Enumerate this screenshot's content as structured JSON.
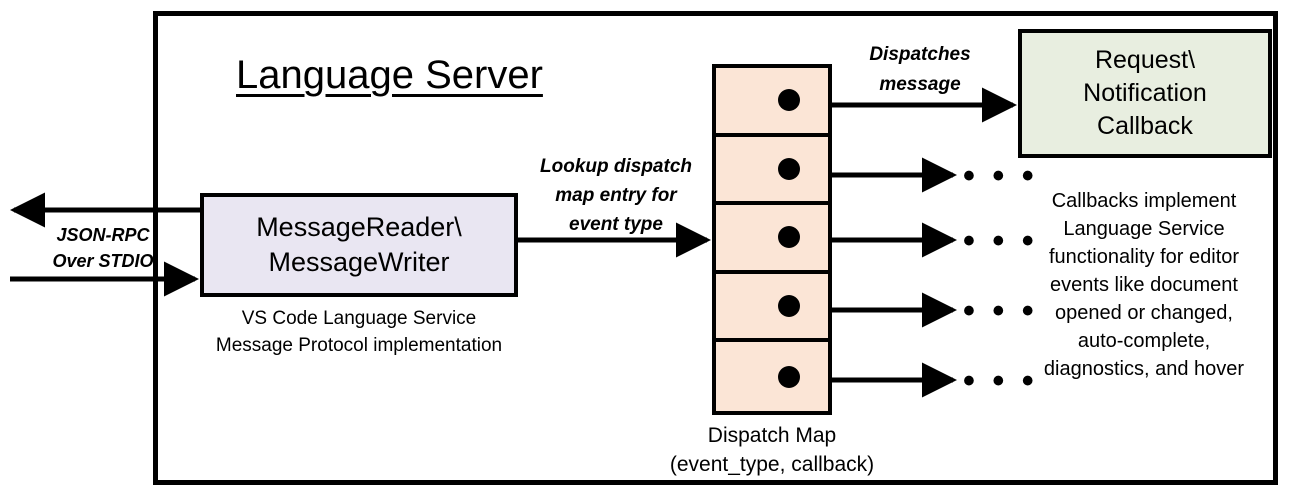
{
  "diagram": {
    "title": "Language Server",
    "boundary_name": "Language Server"
  },
  "io": {
    "label": "JSON-RPC\nOver STDIO",
    "label_line1": "JSON-RPC",
    "label_line2": "Over STDIO"
  },
  "message_io": {
    "title_line1": "MessageReader\\",
    "title_line2": "MessageWriter",
    "caption_line1": "VS Code Language Service",
    "caption_line2": "Message Protocol implementation",
    "fill_color": "#e9e6f2"
  },
  "lookup": {
    "line1": "Lookup dispatch",
    "line2": "map entry for",
    "line3": "event type"
  },
  "dispatch_map": {
    "caption_line1": "Dispatch Map",
    "caption_line2": "(event_type, callback)",
    "fill_color": "#fbe5d6",
    "row_count": 5,
    "rows": [
      {
        "index": 1,
        "has_dot": true,
        "arrow_target": "callback-box"
      },
      {
        "index": 2,
        "has_dot": true,
        "arrow_target": "ellipsis"
      },
      {
        "index": 3,
        "has_dot": true,
        "arrow_target": "ellipsis"
      },
      {
        "index": 4,
        "has_dot": true,
        "arrow_target": "ellipsis"
      },
      {
        "index": 5,
        "has_dot": true,
        "arrow_target": "ellipsis"
      }
    ],
    "ellipsis_glyph": "• • •"
  },
  "dispatch_arrow": {
    "line1": "Dispatches",
    "line2": "message"
  },
  "callback": {
    "title_line1": "Request\\",
    "title_line2": "Notification",
    "title_line3": "Callback",
    "fill_color": "#e8eee0",
    "caption_line1": "Callbacks implement",
    "caption_line2": "Language Service",
    "caption_line3": "functionality for editor",
    "caption_line4": "events like document",
    "caption_line5": "opened or changed,",
    "caption_line6": "auto-complete,",
    "caption_line7": "diagnostics, and hover"
  }
}
